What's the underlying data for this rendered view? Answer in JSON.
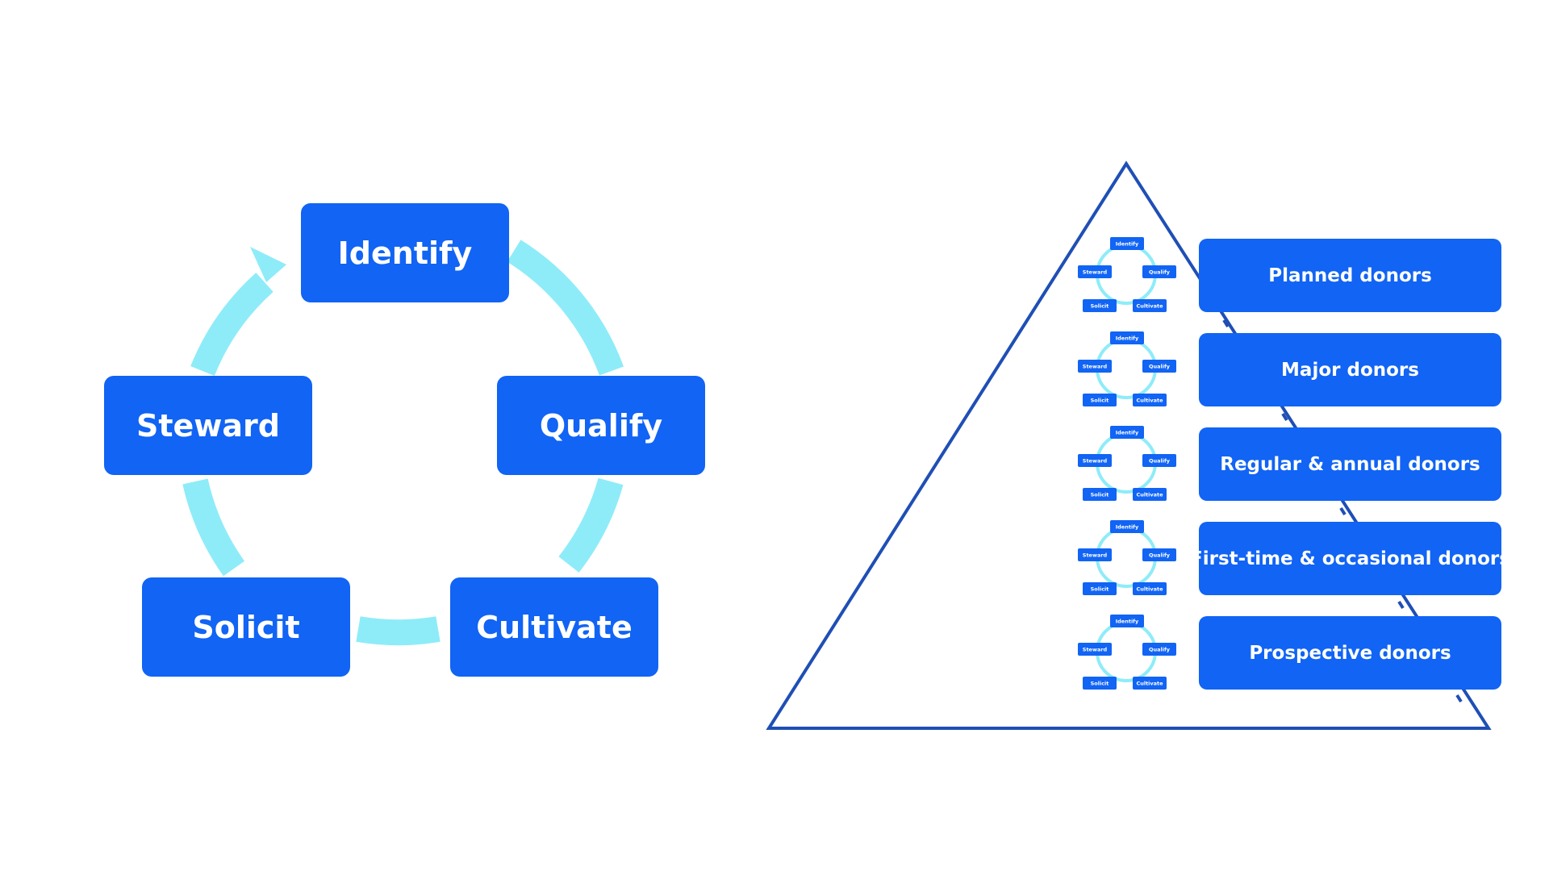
{
  "colors": {
    "box": "#1164f4",
    "ring": "#8eecf8",
    "triangle_stroke": "#1f4fb5"
  },
  "cycle": {
    "steps": {
      "identify": "Identify",
      "qualify": "Qualify",
      "cultivate": "Cultivate",
      "solicit": "Solicit",
      "steward": "Steward"
    }
  },
  "pyramid": {
    "levels": [
      "Planned donors",
      "Major donors",
      "Regular & annual donors",
      "First-time & occasional donors",
      "Prospective donors"
    ]
  }
}
